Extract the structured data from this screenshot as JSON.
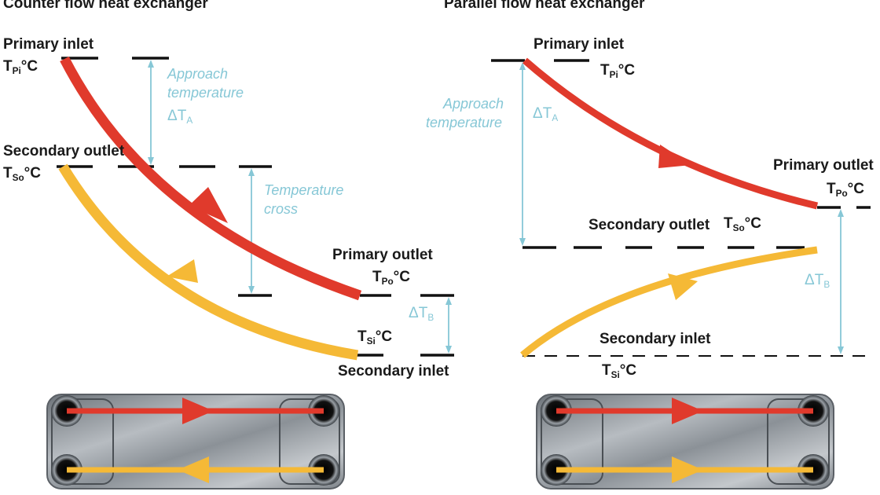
{
  "counter": {
    "title": "Counter flow heat exchanger",
    "primary_inlet": "Primary inlet",
    "secondary_outlet": "Secondary outlet",
    "primary_outlet": "Primary outlet",
    "secondary_inlet": "Secondary inlet",
    "t_pi": {
      "t": "T",
      "sub": "Pi",
      "unit": "°C"
    },
    "t_so": {
      "t": "T",
      "sub": "So",
      "unit": "°C"
    },
    "t_po": {
      "t": "T",
      "sub": "Po",
      "unit": "°C"
    },
    "t_si": {
      "t": "T",
      "sub": "Si",
      "unit": "°C"
    },
    "approach_line1": "Approach",
    "approach_line2": "temperature",
    "delta_a": {
      "t": "ΔT",
      "sub": "A"
    },
    "cross_line1": "Temperature",
    "cross_line2": "cross",
    "delta_b": {
      "t": "ΔT",
      "sub": "B"
    }
  },
  "parallel": {
    "title": "Parallel flow heat exchanger",
    "primary_inlet": "Primary inlet",
    "primary_outlet": "Primary outlet",
    "secondary_outlet": "Secondary outlet",
    "secondary_inlet": "Secondary inlet",
    "t_pi": {
      "t": "T",
      "sub": "Pi",
      "unit": "°C"
    },
    "t_po": {
      "t": "T",
      "sub": "Po",
      "unit": "°C"
    },
    "t_so": {
      "t": "T",
      "sub": "So",
      "unit": "°C"
    },
    "t_si": {
      "t": "T",
      "sub": "Si",
      "unit": "°C"
    },
    "approach_line1": "Approach",
    "approach_line2": "temperature",
    "delta_a": {
      "t": "ΔT",
      "sub": "A"
    },
    "delta_b": {
      "t": "ΔT",
      "sub": "B"
    }
  },
  "colors": {
    "primary": "#e03a2c",
    "secondary": "#f5b936",
    "annotation": "#86c7d6",
    "text": "#1a1a1a"
  }
}
